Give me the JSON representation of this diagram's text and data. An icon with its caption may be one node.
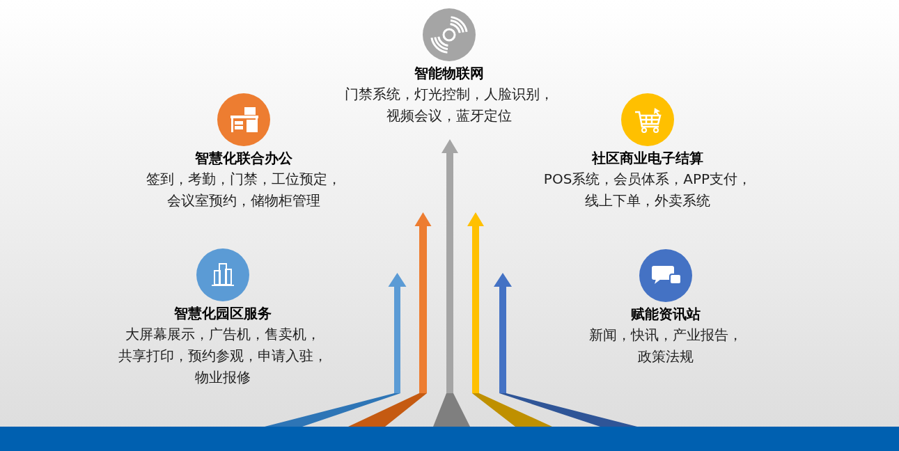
{
  "diagram": {
    "nodes": [
      {
        "text": [
          "智慧化园区服务",
          "大屏幕展示，广告机，售卖机，共享打印，预约参观，申请入驻，物业报修"
        ]
      },
      {
        "text": [
          "智慧化联合办公",
          "签到，考勤，门禁，工位预定，会议室预约，储物柜管理"
        ]
      },
      {
        "text": [
          "智能物联网",
          "门禁系统，灯光控制，人脸识别，视频会议，蓝牙定位"
        ]
      },
      {
        "text": [
          "社区商业电子结算",
          "POS系统，会员体系，APP支付，线上下单，外卖系统"
        ]
      },
      {
        "text": [
          "赋能资讯站",
          "新闻，快讯，产业报告，政策法规"
        ]
      }
    ]
  }
}
